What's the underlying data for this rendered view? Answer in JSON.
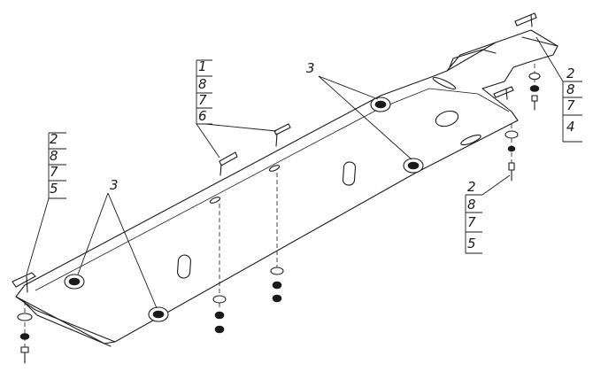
{
  "callouts": {
    "stack_left": [
      "2",
      "8",
      "7",
      "5"
    ],
    "stack_top": [
      "1",
      "8",
      "7",
      "6"
    ],
    "stack_right": [
      "2",
      "8",
      "7",
      "4"
    ],
    "stack_right_lower": [
      "2",
      "8",
      "7",
      "5"
    ],
    "bushing_left": "3",
    "bushing_right": "3"
  }
}
